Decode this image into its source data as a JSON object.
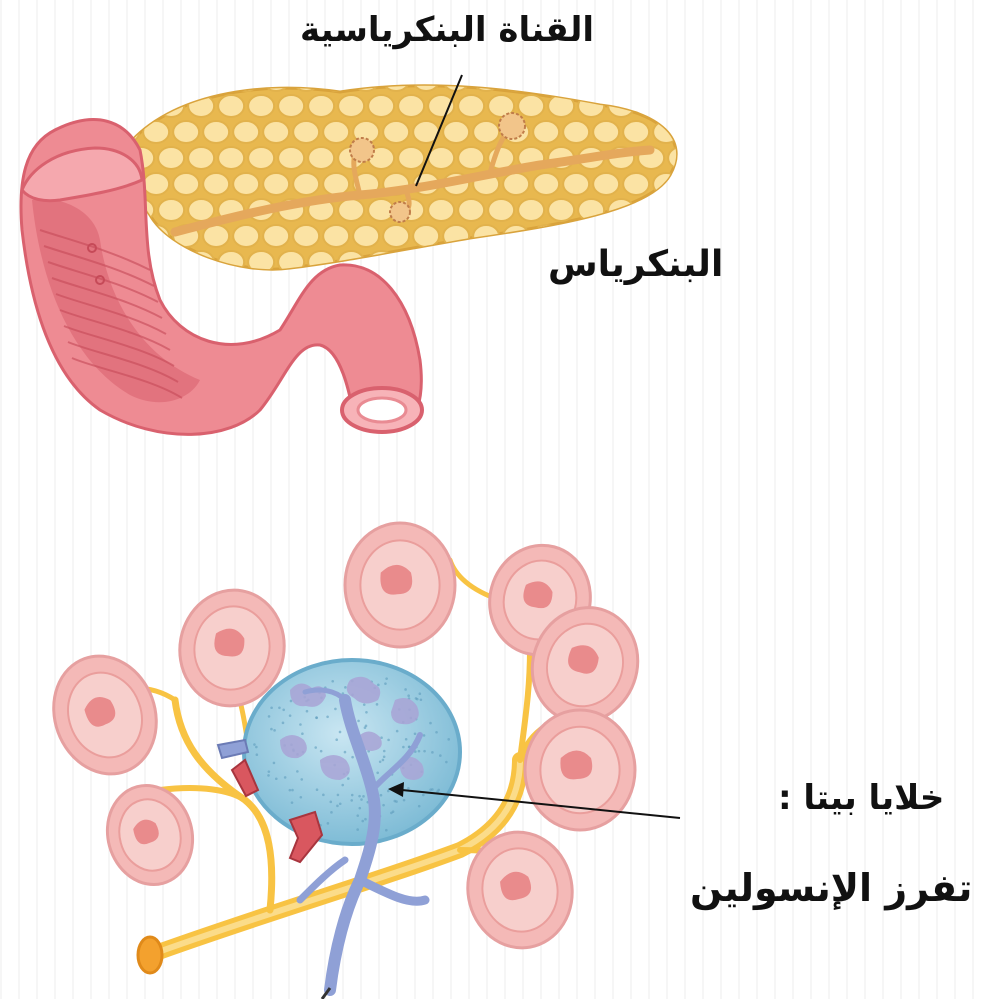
{
  "labels": {
    "duct": "القناة البنكرياسية",
    "pancreas": "البنكرياس",
    "beta_line1": "خلايا بيتا :",
    "beta_line2": "تفرز الإنسولين"
  },
  "colors": {
    "duodenum": "#ee8b93",
    "duodenum_dark": "#d9616e",
    "pancreas": "#f5d27a",
    "pancreas_lobule": "#fbe3a4",
    "duct": "#e9b46a",
    "acinus_outer": "#f4b9b7",
    "acinus_inner": "#e98b8c",
    "islet": "#9fd0e6",
    "vessel_blue": "#8fa0d6",
    "vessel_red": "#d9575f",
    "yellow_duct": "#f8c343"
  }
}
